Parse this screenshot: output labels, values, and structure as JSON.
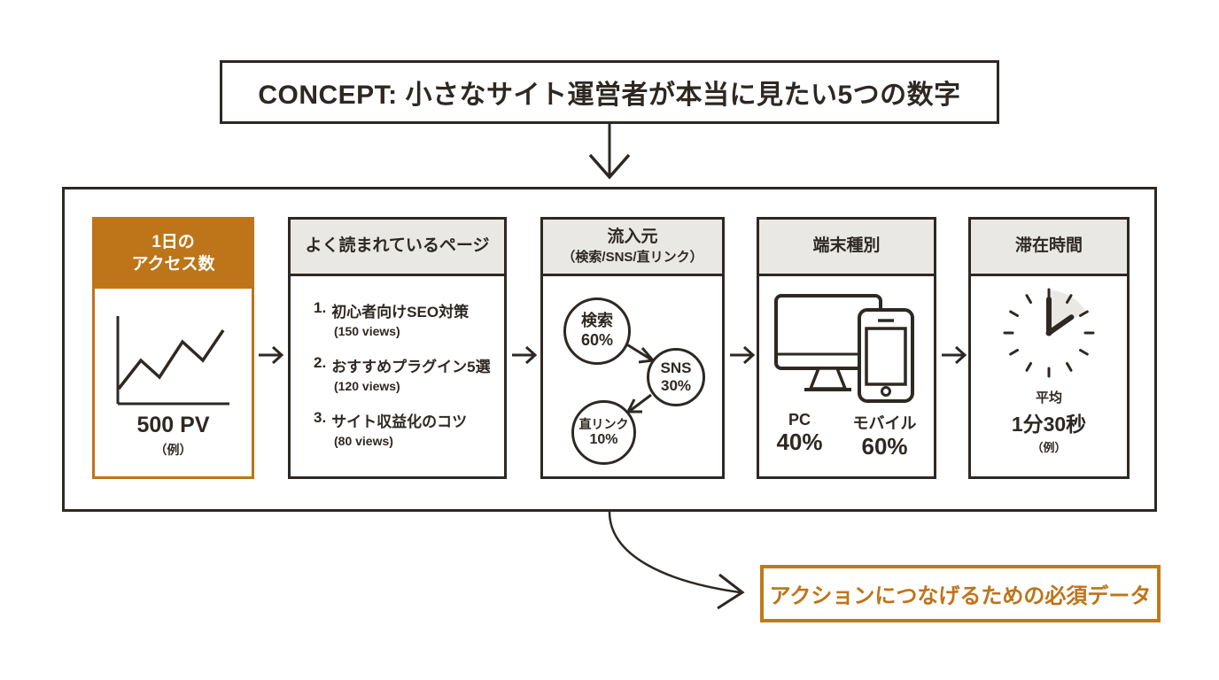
{
  "title": {
    "text": "CONCEPT: 小さなサイト運営者が本当に見たい5つの数字"
  },
  "colors": {
    "accent_orange": "#be7418",
    "header_gray": "#e9e8e5",
    "ink": "#2e2823"
  },
  "cards": {
    "daily_access": {
      "header_line1": "1日の",
      "header_line2": "アクセス数",
      "icon": "line-chart-icon",
      "value": "500 PV",
      "note": "（例）"
    },
    "popular_pages": {
      "header": "よく読まれているページ",
      "items": [
        {
          "rank": "1.",
          "title": "初心者向けSEO対策",
          "views": "(150 views)"
        },
        {
          "rank": "2.",
          "title": "おすすめプラグイン5選",
          "views": "(120 views)"
        },
        {
          "rank": "3.",
          "title": "サイト収益化のコツ",
          "views": "(80 views)"
        }
      ]
    },
    "traffic_sources": {
      "header_line1": "流入元",
      "header_line2": "（検索/SNS/直リンク）",
      "sources": [
        {
          "label": "検索",
          "pct": "60%"
        },
        {
          "label": "SNS",
          "pct": "30%"
        },
        {
          "label": "直リンク",
          "pct": "10%"
        }
      ]
    },
    "device_types": {
      "header": "端末種別",
      "icons": [
        "desktop-monitor-icon",
        "smartphone-icon"
      ],
      "devices": [
        {
          "label": "PC",
          "pct": "40%"
        },
        {
          "label": "モバイル",
          "pct": "60%"
        }
      ]
    },
    "dwell_time": {
      "header": "滞在時間",
      "icon": "clock-icon",
      "avg_label": "平均",
      "value": "1分30秒",
      "note": "（例）"
    }
  },
  "footer": {
    "label": "アクションにつなげるための必須データ"
  }
}
